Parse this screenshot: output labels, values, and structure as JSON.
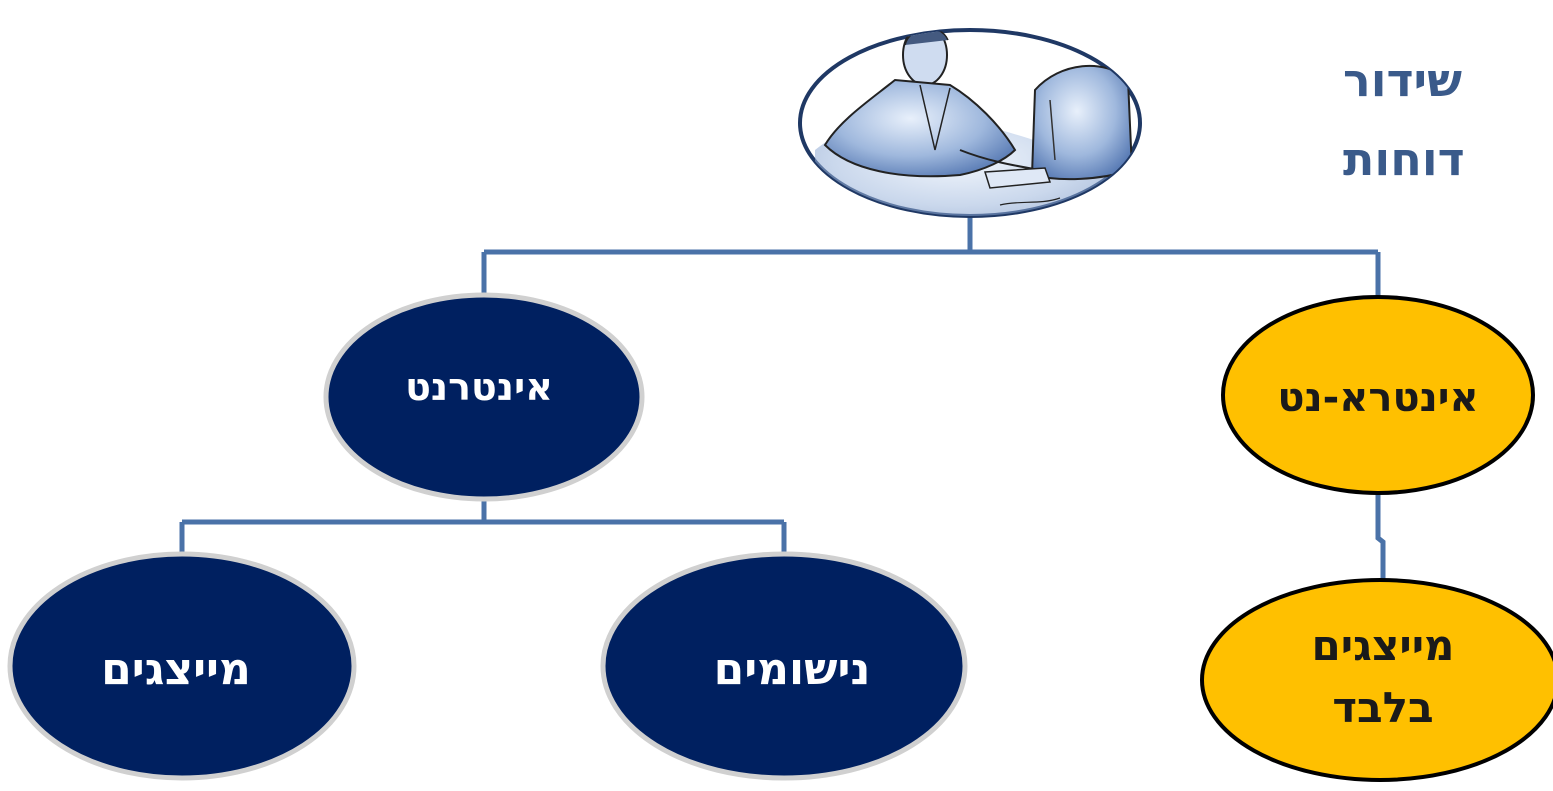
{
  "title": {
    "line1": "שידור",
    "line2": "דוחות"
  },
  "nodes": {
    "intranet": "אינטרא-נט",
    "internet": "אינטרנט",
    "representatives_only_line1": "מייצגים",
    "representatives_only_line2": "בלבד",
    "representatives": "מייצגים",
    "registered": "נישומים"
  },
  "icons": {
    "header_illustration": "person-at-computer-icon"
  },
  "colors": {
    "dark_node": "#002060",
    "yellow_node": "#ffc000",
    "connector": "#4a72a8",
    "title_text": "#3a5a8a",
    "node_text_light": "#ffffff",
    "node_text_dark": "#1a1a1a"
  }
}
